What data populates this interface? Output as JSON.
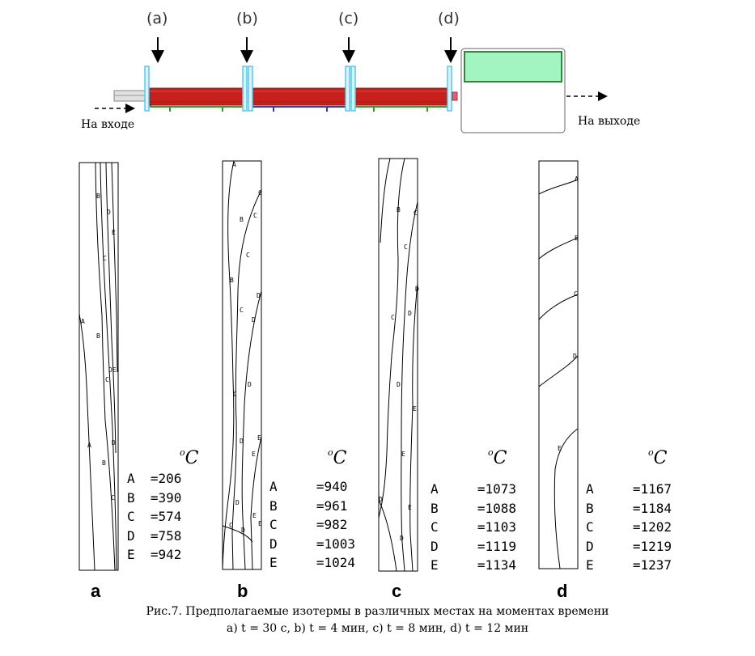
{
  "positions": [
    "(a)",
    "(b)",
    "(c)",
    "(d)"
  ],
  "inlet_label": "На входе",
  "outlet_label": "На выходе",
  "unit": {
    "deg": "o",
    "symbol": "C"
  },
  "panels": [
    {
      "letter": "a",
      "legend": [
        [
          "A",
          "=206"
        ],
        [
          "B",
          "=390"
        ],
        [
          "C",
          "=574"
        ],
        [
          "D",
          "=758"
        ],
        [
          "E",
          "=942"
        ]
      ]
    },
    {
      "letter": "b",
      "legend": [
        [
          "A",
          "=940"
        ],
        [
          "B",
          "=961"
        ],
        [
          "C",
          "=982"
        ],
        [
          "D",
          "=1003"
        ],
        [
          "E",
          "=1024"
        ]
      ]
    },
    {
      "letter": "c",
      "legend": [
        [
          "A",
          "=1073"
        ],
        [
          "B",
          "=1088"
        ],
        [
          "C",
          "=1103"
        ],
        [
          "D",
          "=1119"
        ],
        [
          "E",
          "=1134"
        ]
      ]
    },
    {
      "letter": "d",
      "legend": [
        [
          "A",
          "=1167"
        ],
        [
          "B",
          "=1184"
        ],
        [
          "C",
          "=1202"
        ],
        [
          "D",
          "=1219"
        ],
        [
          "E",
          "=1237"
        ]
      ]
    }
  ],
  "caption": {
    "line1": "Рис.7. Предполагаемые изотермы в различных местах на моментах времени",
    "line2": "a) t = 30 с, b) t = 4 мин, c) t = 8 мин, d) t = 12 мин"
  },
  "colors": {
    "tube": "#c8201c",
    "tube_dark": "#8e1410",
    "flange": "#5bc8e8",
    "support_green": "#2aa02a",
    "support_blue": "#2a3cc8",
    "box_fill": "#a3f5c0",
    "box_border": "#2a8a3a"
  }
}
